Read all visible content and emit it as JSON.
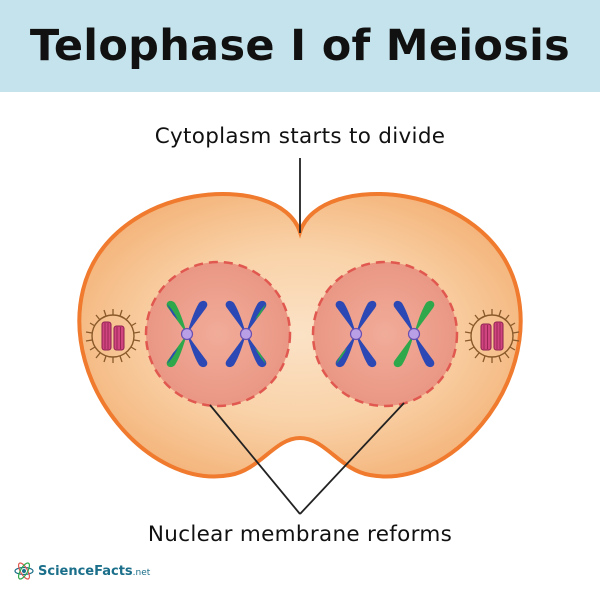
{
  "title": "Telophase I of Meiosis",
  "labels": {
    "cytoplasm": "Cytoplasm starts to divide",
    "nuclear": "Nuclear membrane reforms"
  },
  "logo": {
    "name": "ScienceFacts",
    "suffix": ".net"
  },
  "colors": {
    "header_bg": "#c4e3ec",
    "cell_fill": "#f6c08e",
    "cell_outline": "#f07a2e",
    "nucleus_fill": "#eda08d",
    "nucleus_outline": "#e0584f",
    "chromatid_blue": "#2b48b4",
    "chromatid_green": "#2ea84a",
    "centromere": "#b9a0e6",
    "centrosome": "#d0457f"
  }
}
